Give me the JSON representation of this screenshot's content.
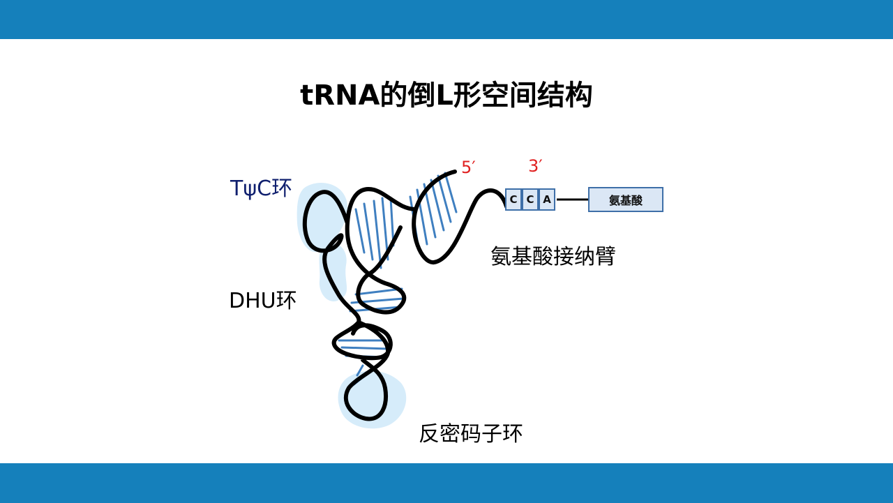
{
  "title": "tRNA的倒L形空间结构",
  "labels": {
    "tpsic_loop": "TψC环",
    "dhu_loop": "DHU环",
    "anticodon_loop": "反密码子环",
    "acceptor_arm": "氨基酸接纳臂",
    "five_prime": "5′",
    "three_prime": "3′"
  },
  "cca": [
    "C",
    "C",
    "A"
  ],
  "amino_acid": "氨基酸",
  "colors": {
    "band": "#1580bb",
    "strand": "#000000",
    "rungs": "#3f7fc0",
    "loop_fill": "#d6ecfa",
    "prime_marks": "#e02020",
    "tpsic_label": "#0f1f6e"
  }
}
